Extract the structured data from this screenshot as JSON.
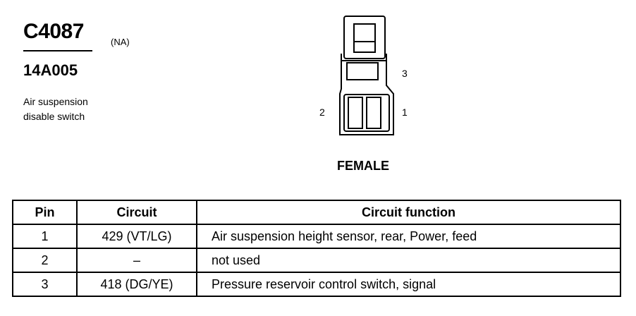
{
  "connector": {
    "id": "C4087",
    "region": "(NA)",
    "part_number": "14A005",
    "description_line1": "Air suspension",
    "description_line2": "disable switch"
  },
  "diagram": {
    "pin_labels": {
      "pin1": "1",
      "pin2": "2",
      "pin3": "3"
    },
    "gender": "FEMALE"
  },
  "table": {
    "headers": {
      "pin": "Pin",
      "circuit": "Circuit",
      "function": "Circuit function"
    },
    "rows": [
      {
        "pin": "1",
        "circuit": "429 (VT/LG)",
        "function": "Air suspension height sensor, rear, Power, feed"
      },
      {
        "pin": "2",
        "circuit": "–",
        "function": "not used"
      },
      {
        "pin": "3",
        "circuit": "418 (DG/YE)",
        "function": "Pressure reservoir control switch, signal"
      }
    ]
  }
}
